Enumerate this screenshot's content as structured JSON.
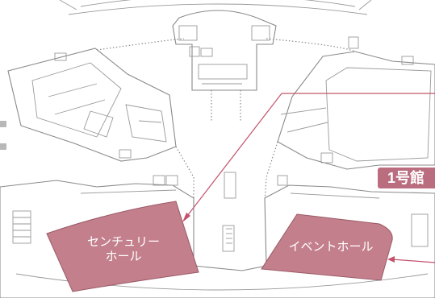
{
  "map": {
    "halls": [
      {
        "id": "century-hall",
        "lines": [
          "センチュリー",
          "ホール"
        ]
      },
      {
        "id": "event-hall",
        "lines": [
          "イベントホール"
        ]
      }
    ],
    "building_badge": "1号館",
    "colors": {
      "hall_fill": "#c37f8c",
      "badge": "#bb6d80",
      "arrow": "#c2536b",
      "walls": "#8a8a8a"
    }
  }
}
